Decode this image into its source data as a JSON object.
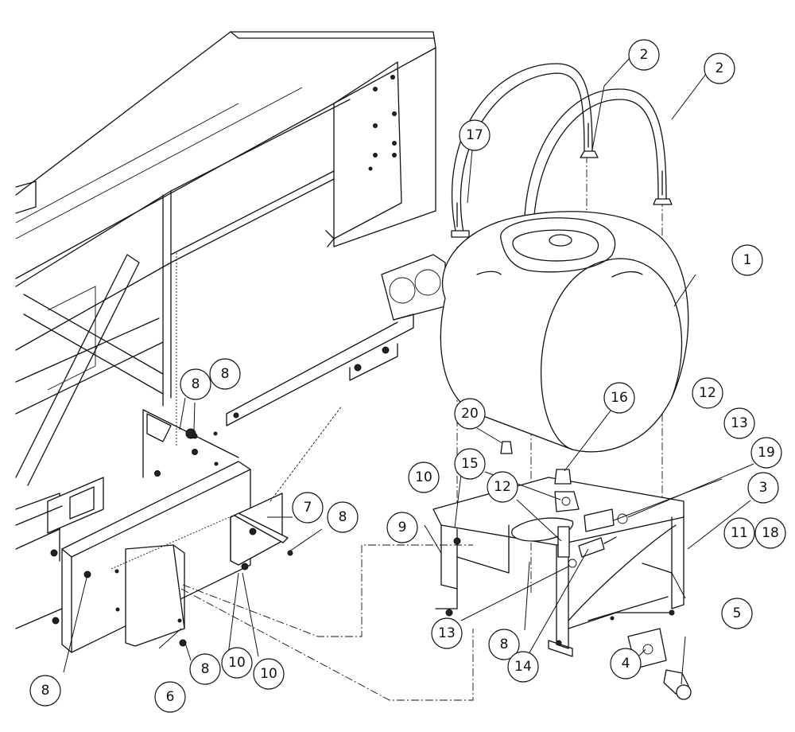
{
  "diagram": {
    "callouts": [
      {
        "id": "c1",
        "label": "1"
      },
      {
        "id": "c2a",
        "label": "2"
      },
      {
        "id": "c2b",
        "label": "2"
      },
      {
        "id": "c3",
        "label": "3"
      },
      {
        "id": "c4",
        "label": "4"
      },
      {
        "id": "c5",
        "label": "5"
      },
      {
        "id": "c6",
        "label": "6"
      },
      {
        "id": "c7",
        "label": "7"
      },
      {
        "id": "c8a",
        "label": "8"
      },
      {
        "id": "c8b",
        "label": "8"
      },
      {
        "id": "c8c",
        "label": "8"
      },
      {
        "id": "c8d",
        "label": "8"
      },
      {
        "id": "c8e",
        "label": "8"
      },
      {
        "id": "c8f",
        "label": "8"
      },
      {
        "id": "c9",
        "label": "9"
      },
      {
        "id": "c10a",
        "label": "10"
      },
      {
        "id": "c10b",
        "label": "10"
      },
      {
        "id": "c10c",
        "label": "10"
      },
      {
        "id": "c11",
        "label": "11"
      },
      {
        "id": "c12a",
        "label": "12"
      },
      {
        "id": "c12b",
        "label": "12"
      },
      {
        "id": "c13a",
        "label": "13"
      },
      {
        "id": "c13b",
        "label": "13"
      },
      {
        "id": "c14",
        "label": "14"
      },
      {
        "id": "c15",
        "label": "15"
      },
      {
        "id": "c16",
        "label": "16"
      },
      {
        "id": "c17",
        "label": "17"
      },
      {
        "id": "c18",
        "label": "18"
      },
      {
        "id": "c19",
        "label": "19"
      },
      {
        "id": "c20",
        "label": "20"
      }
    ]
  }
}
